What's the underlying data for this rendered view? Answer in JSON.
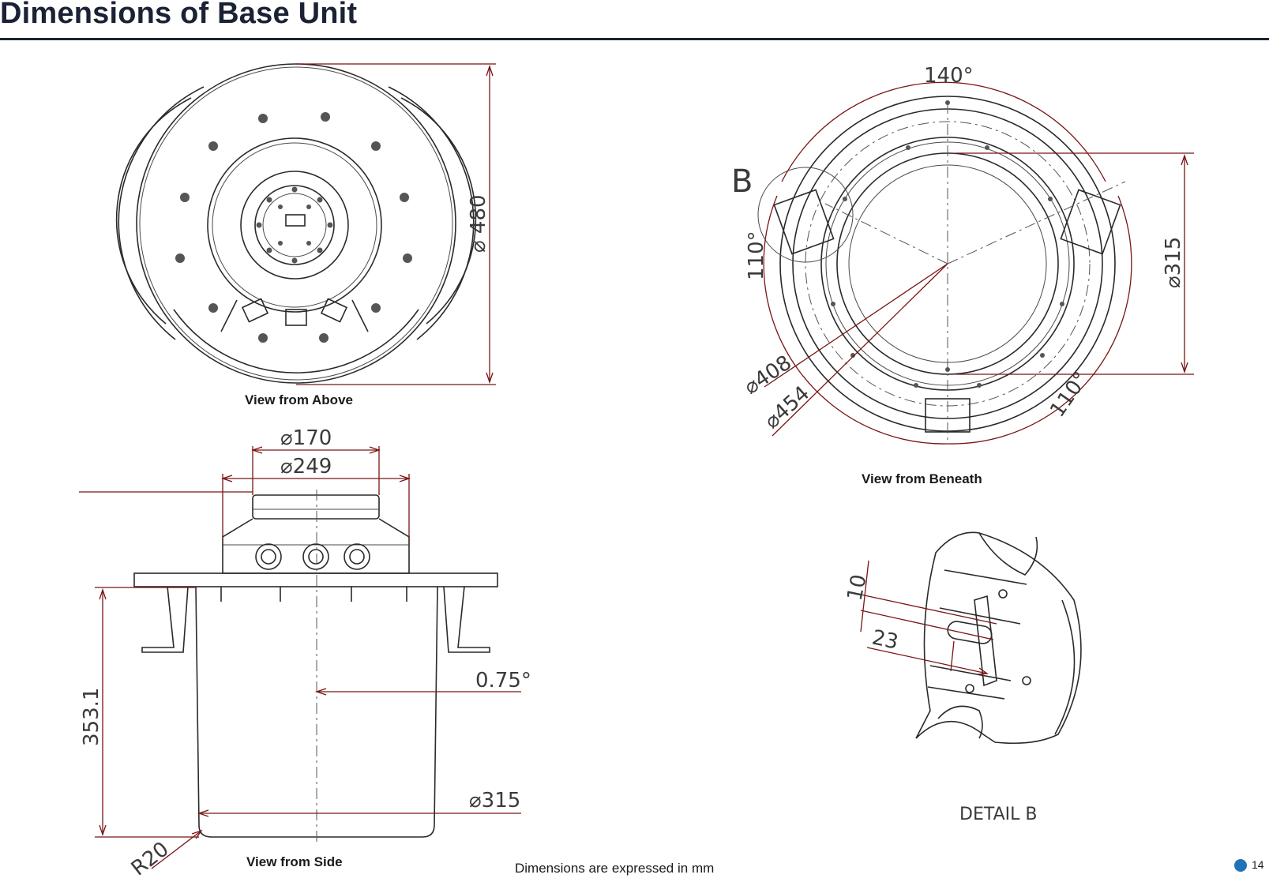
{
  "header": {
    "title": "Dimensions of Base Unit"
  },
  "views": {
    "above": {
      "caption": "View from Above",
      "diameter": "480"
    },
    "beneath": {
      "caption": "View from Beneath",
      "angle_top": "140°",
      "angle_left": "110°",
      "angle_right": "110°",
      "detail_marker": "B",
      "diam_inner": "315",
      "diam_a": "408",
      "diam_b": "454"
    },
    "side": {
      "caption": "View from Side",
      "diam_top": "170",
      "diam_flange": "249",
      "height": "353.1",
      "taper": "0.75°",
      "diam_bottom": "315",
      "radius": "R20"
    },
    "detail": {
      "label": "DETAIL B",
      "dim_a": "10",
      "dim_b": "23"
    }
  },
  "footer": {
    "note": "Dimensions are expressed in mm",
    "page_number": "14"
  },
  "icons": {
    "diameter_symbol": "diameter-symbol-icon"
  },
  "colors": {
    "title": "#1b2235",
    "dimension_line": "#7a1414",
    "page_dot": "#1f73b6"
  }
}
